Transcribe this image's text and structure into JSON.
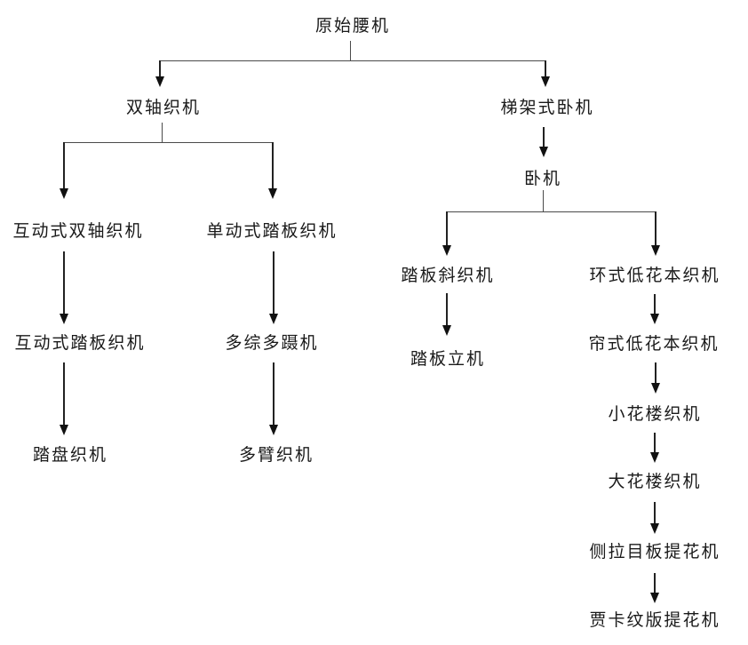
{
  "colors": {
    "background": "#ffffff",
    "line": "#4a4a4a",
    "arrow": "#111111",
    "text": "#1a1a1a"
  },
  "diagram": {
    "type": "tree-flowchart",
    "nodes": {
      "root": "原始腰机",
      "double_axis": "双轴织机",
      "ladder_horizontal": "梯架式卧机",
      "horizontal": "卧机",
      "interactive_double_axis": "互动式双轴织机",
      "single_action_pedal": "单动式踏板织机",
      "interactive_pedal": "互动式踏板织机",
      "multi_heddle_treadle": "多综多蹑机",
      "treadle_loom": "踏盘织机",
      "dobby_loom": "多臂织机",
      "pedal_slant": "踏板斜织机",
      "ring_low_pattern": "环式低花本织机",
      "pedal_vertical": "踏板立机",
      "curtain_low_pattern": "帘式低花本织机",
      "small_flower_tower": "小花楼织机",
      "large_flower_tower": "大花楼织机",
      "side_pull_jacquard": "侧拉目板提花机",
      "jacquard_card": "贾卡纹版提花机"
    },
    "edges": [
      [
        "原始腰机",
        "双轴织机"
      ],
      [
        "原始腰机",
        "梯架式卧机"
      ],
      [
        "双轴织机",
        "互动式双轴织机"
      ],
      [
        "双轴织机",
        "单动式踏板织机"
      ],
      [
        "互动式双轴织机",
        "互动式踏板织机"
      ],
      [
        "互动式踏板织机",
        "踏盘织机"
      ],
      [
        "单动式踏板织机",
        "多综多蹑机"
      ],
      [
        "多综多蹑机",
        "多臂织机"
      ],
      [
        "梯架式卧机",
        "卧机"
      ],
      [
        "卧机",
        "踏板斜织机"
      ],
      [
        "卧机",
        "环式低花本织机"
      ],
      [
        "踏板斜织机",
        "踏板立机"
      ],
      [
        "环式低花本织机",
        "帘式低花本织机"
      ],
      [
        "帘式低花本织机",
        "小花楼织机"
      ],
      [
        "小花楼织机",
        "大花楼织机"
      ],
      [
        "大花楼织机",
        "侧拉目板提花机"
      ],
      [
        "侧拉目板提花机",
        "贾卡纹版提花机"
      ]
    ]
  }
}
